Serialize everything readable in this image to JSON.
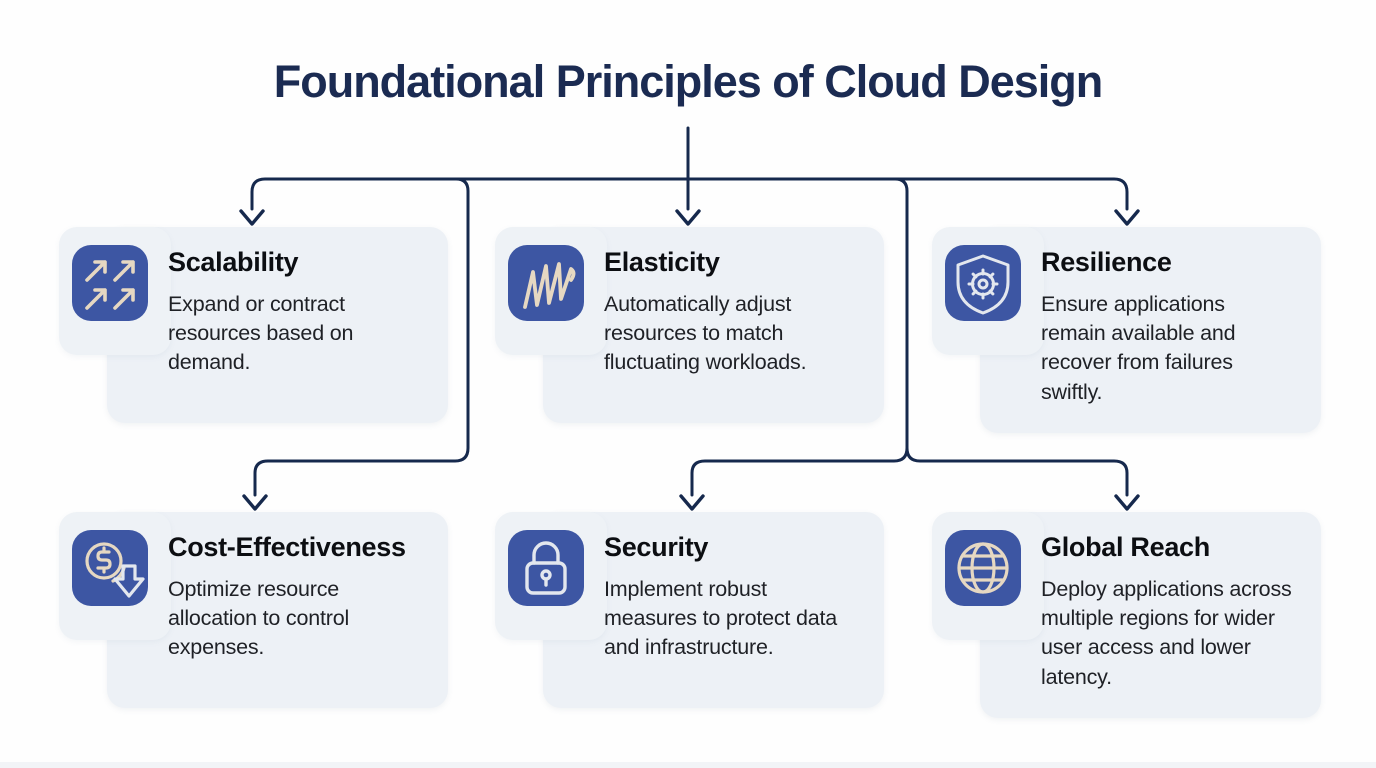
{
  "title": "Foundational Principles of Cloud Design",
  "colors": {
    "background": "#ffffff",
    "title_text": "#1b2b52",
    "connector_line": "#16294d",
    "card_background": "#edf1f6",
    "icon_tile": "#3d56a3",
    "icon_stroke_cream": "#e6d8c2",
    "icon_stroke_white": "#e3e7ee",
    "card_title_text": "#0c0e12",
    "card_body_text": "#1f2126"
  },
  "cards": [
    {
      "title": "Scalability",
      "description": "Expand or contract resources based on demand.",
      "icon": "trending-arrows-icon"
    },
    {
      "title": "Elasticity",
      "description": "Automatically adjust resources to match fluctuating workloads.",
      "icon": "spring-coil-icon"
    },
    {
      "title": "Resilience",
      "description": "Ensure applications remain available and recover from failures swiftly.",
      "icon": "shield-gear-icon"
    },
    {
      "title": "Cost-Effectiveness",
      "description": "Optimize resource allocation to control expenses.",
      "icon": "dollar-down-arrow-icon"
    },
    {
      "title": "Security",
      "description": "Implement robust measures to protect data and infrastructure.",
      "icon": "padlock-icon"
    },
    {
      "title": "Global Reach",
      "description": "Deploy applications across multiple regions for wider user access and lower latency.",
      "icon": "globe-icon"
    }
  ]
}
